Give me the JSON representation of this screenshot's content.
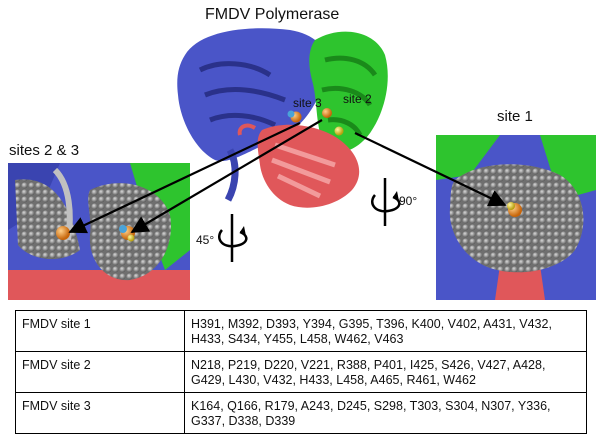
{
  "figure": {
    "title": "FMDV Polymerase",
    "labels": {
      "site1": "site 1",
      "sites23": "sites 2 & 3",
      "site3": "site 3",
      "site2": "site 2",
      "rot45": "45°",
      "rot90": "90°"
    },
    "colors": {
      "blue_domain": "#4a55c8",
      "green_domain": "#2ec42e",
      "red_domain": "#e0575a",
      "surface_gray": "#7d7d7d",
      "ligand_orange": "#e88a1c",
      "ligand_yellow": "#e8d020"
    }
  },
  "table": {
    "rows": [
      {
        "site": "FMDV site 1",
        "residues": "H391, M392, D393, Y394, G395, T396, K400, V402, A431, V432, H433, S434, Y455, L458, W462, V463"
      },
      {
        "site": "FMDV site 2",
        "residues": "N218, P219, D220, V221, R388, P401, I425, S426, V427, A428, G429, L430, V432, H433, L458, A465, R461, W462"
      },
      {
        "site": "FMDV site 3",
        "residues": "K164, Q166, R179, A243, D245, S298, T303, S304, N307, Y336, G337, D338, D339"
      }
    ]
  }
}
